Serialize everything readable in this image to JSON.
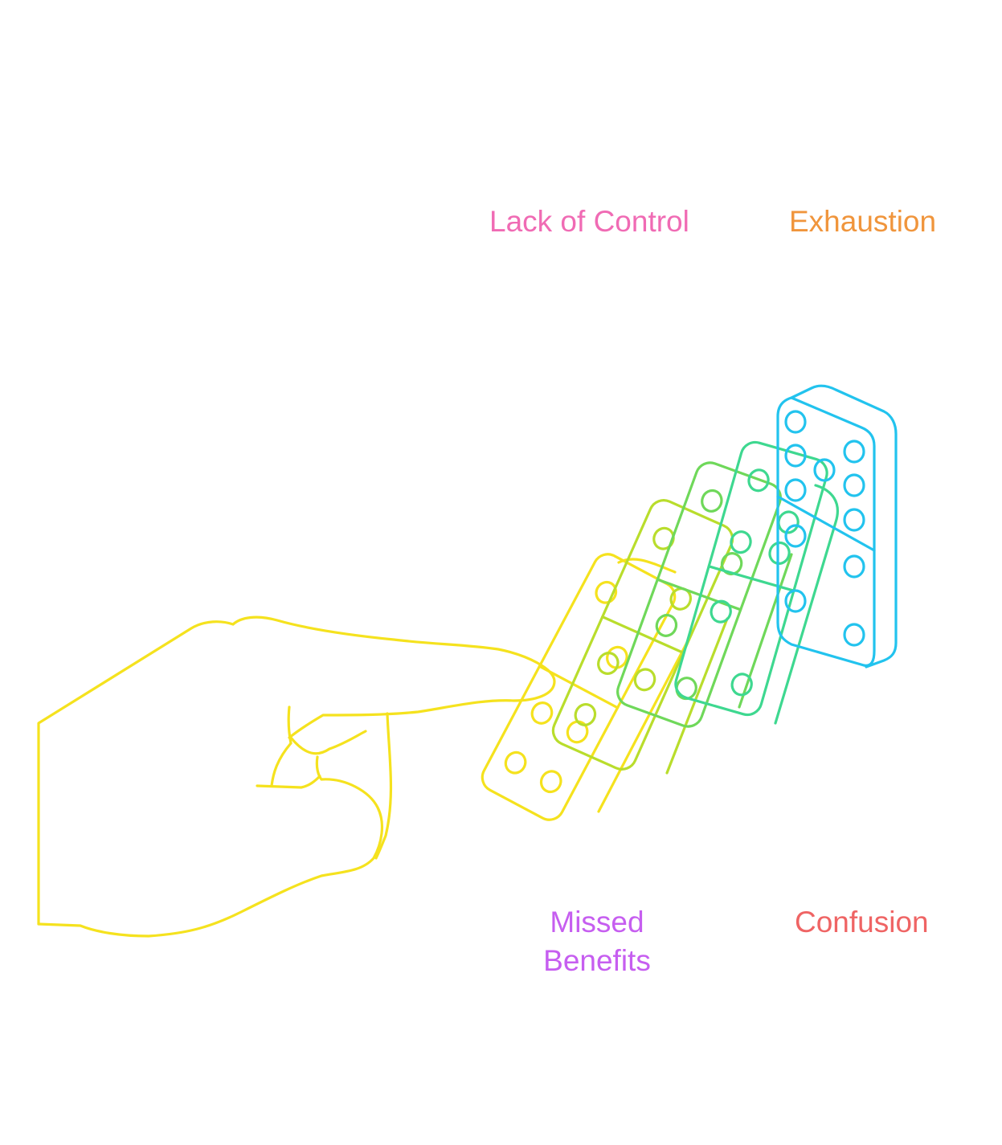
{
  "labels": {
    "lack_of_control": "Lack of Control",
    "exhaustion": "Exhaustion",
    "missed_benefits_line1": "Missed",
    "missed_benefits_line2": "Benefits",
    "confusion": "Confusion"
  },
  "colors": {
    "lack_of_control": "#f06bb4",
    "exhaustion": "#f0953c",
    "missed_benefits": "#c65ef0",
    "confusion": "#ef6464",
    "hand": "#f5e21e",
    "domino_1": "#f5e21e",
    "domino_2": "#b9dd2c",
    "domino_3": "#6fd85a",
    "domino_4": "#3ed890",
    "domino_5": "#22c3ee"
  },
  "icons": [
    "hand-pushing-icon",
    "falling-domino-icon",
    "standing-domino-icon"
  ]
}
